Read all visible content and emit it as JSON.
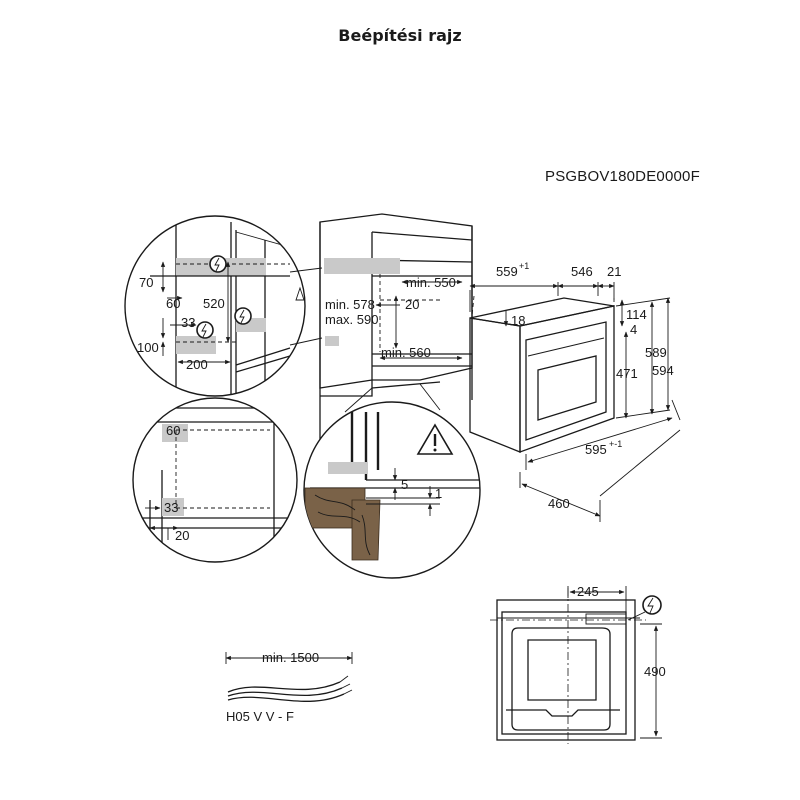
{
  "title": "Beépítési rajz",
  "product_code": "PSGBOV180DE0000F",
  "detail_left_top": {
    "d70": "70",
    "d60": "60",
    "d520": "520",
    "d33": "33",
    "d100": "100",
    "d200": "200"
  },
  "detail_left_bottom": {
    "d60": "60",
    "d33": "33",
    "d20": "20"
  },
  "cabinet": {
    "min550": "min. 550",
    "min578": "min. 578",
    "max590": "max. 590",
    "d20": "20",
    "min560": "min. 560"
  },
  "detail_floor": {
    "d5": "5",
    "d1": "1"
  },
  "oven": {
    "d559": "559",
    "d559_tol": "+1",
    "d546": "546",
    "d21": "21",
    "d114": "114",
    "d4": "4",
    "d18": "18",
    "d589": "589",
    "d594": "594",
    "d471": "471",
    "d595": "595",
    "d595_tol": "+-1",
    "d460": "460"
  },
  "cable": {
    "length": "min. 1500",
    "type": "H05 V V - F"
  },
  "rear": {
    "d245": "245",
    "d490": "490"
  },
  "icons": [
    "electric-hazard-icon",
    "warning-triangle-icon"
  ]
}
